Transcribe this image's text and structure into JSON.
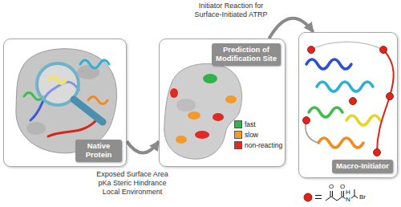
{
  "diagram": {
    "nodes": [
      {
        "text": [
          "Native Protein"
        ]
      },
      {
        "text": [
          "Prediction of Modification Site"
        ]
      },
      {
        "text": [
          "Macro-Initiator"
        ]
      }
    ],
    "edges": [
      {
        "from": 0,
        "to": 1,
        "arrow": "to",
        "label": "Exposed Surface Area pKa Steric Hindrance Local Environment"
      },
      {
        "from": 1,
        "to": 2,
        "arrow": "to",
        "label": "Initiator Reaction for Surface-Initiated ATRP"
      }
    ],
    "labels": [
      "O",
      "O",
      "N",
      "H",
      "Br"
    ],
    "legend": [
      {
        "text": "fast",
        "color": "#2fb34a"
      },
      {
        "text": "slow",
        "color": "#f39a2b"
      },
      {
        "text": "non-reacting",
        "color": "#e02a22"
      }
    ]
  }
}
